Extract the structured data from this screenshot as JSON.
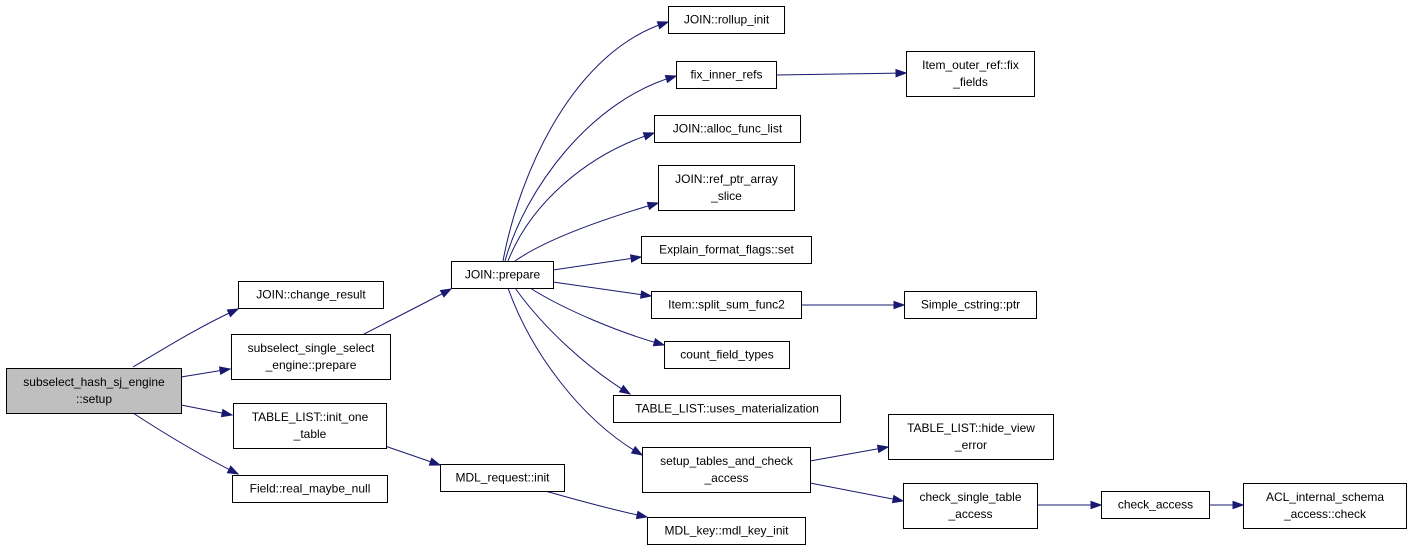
{
  "diagram": {
    "colors": {
      "edge": "#191970",
      "root_fill": "#bfbfbf",
      "node_fill": "#ffffff",
      "border": "#000000"
    },
    "nodes": [
      {
        "id": "root",
        "lines": [
          "subselect_hash_sj_engine",
          "::setup"
        ],
        "root": true
      },
      {
        "id": "change_result",
        "lines": [
          "JOIN::change_result"
        ]
      },
      {
        "id": "sub_prepare",
        "lines": [
          "subselect_single_select",
          "_engine::prepare"
        ]
      },
      {
        "id": "init_one_table",
        "lines": [
          "TABLE_LIST::init_one",
          "_table"
        ]
      },
      {
        "id": "real_maybe_null",
        "lines": [
          "Field::real_maybe_null"
        ]
      },
      {
        "id": "join_prepare",
        "lines": [
          "JOIN::prepare"
        ]
      },
      {
        "id": "mdl_request_init",
        "lines": [
          "MDL_request::init"
        ]
      },
      {
        "id": "mdl_key_init",
        "lines": [
          "MDL_key::mdl_key_init"
        ]
      },
      {
        "id": "rollup_init",
        "lines": [
          "JOIN::rollup_init"
        ]
      },
      {
        "id": "fix_inner_refs",
        "lines": [
          "fix_inner_refs"
        ]
      },
      {
        "id": "alloc_func_list",
        "lines": [
          "JOIN::alloc_func_list"
        ]
      },
      {
        "id": "ref_ptr_array",
        "lines": [
          "JOIN::ref_ptr_array",
          "_slice"
        ]
      },
      {
        "id": "explain_set",
        "lines": [
          "Explain_format_flags::set"
        ]
      },
      {
        "id": "split_sum",
        "lines": [
          "Item::split_sum_func2"
        ]
      },
      {
        "id": "count_field",
        "lines": [
          "count_field_types"
        ]
      },
      {
        "id": "uses_mat",
        "lines": [
          "TABLE_LIST::uses_materialization"
        ]
      },
      {
        "id": "setup_tables",
        "lines": [
          "setup_tables_and_check",
          "_access"
        ]
      },
      {
        "id": "outer_ref_fix",
        "lines": [
          "Item_outer_ref::fix",
          "_fields"
        ]
      },
      {
        "id": "cstring_ptr",
        "lines": [
          "Simple_cstring::ptr"
        ]
      },
      {
        "id": "hide_view",
        "lines": [
          "TABLE_LIST::hide_view",
          "_error"
        ]
      },
      {
        "id": "check_single",
        "lines": [
          "check_single_table",
          "_access"
        ]
      },
      {
        "id": "check_access",
        "lines": [
          "check_access"
        ]
      },
      {
        "id": "acl_check",
        "lines": [
          "ACL_internal_schema",
          "_access::check"
        ]
      }
    ],
    "edges": [
      [
        "root",
        "change_result"
      ],
      [
        "root",
        "sub_prepare"
      ],
      [
        "root",
        "init_one_table"
      ],
      [
        "root",
        "real_maybe_null"
      ],
      [
        "sub_prepare",
        "join_prepare"
      ],
      [
        "init_one_table",
        "mdl_request_init"
      ],
      [
        "mdl_request_init",
        "mdl_key_init"
      ],
      [
        "join_prepare",
        "rollup_init"
      ],
      [
        "join_prepare",
        "fix_inner_refs"
      ],
      [
        "join_prepare",
        "alloc_func_list"
      ],
      [
        "join_prepare",
        "ref_ptr_array"
      ],
      [
        "join_prepare",
        "explain_set"
      ],
      [
        "join_prepare",
        "split_sum"
      ],
      [
        "join_prepare",
        "count_field"
      ],
      [
        "join_prepare",
        "uses_mat"
      ],
      [
        "join_prepare",
        "setup_tables"
      ],
      [
        "fix_inner_refs",
        "outer_ref_fix"
      ],
      [
        "split_sum",
        "cstring_ptr"
      ],
      [
        "setup_tables",
        "hide_view"
      ],
      [
        "setup_tables",
        "check_single"
      ],
      [
        "check_single",
        "check_access"
      ],
      [
        "check_access",
        "acl_check"
      ]
    ]
  }
}
